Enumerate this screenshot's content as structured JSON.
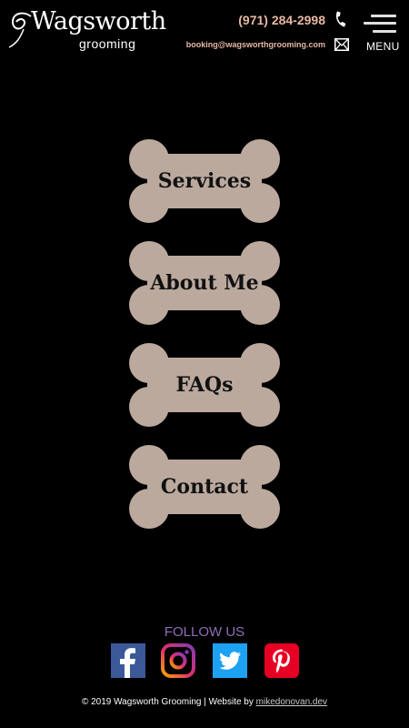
{
  "header": {
    "logo_text": "Wagsworth",
    "logo_sub": "grooming",
    "phone": "(971) 284-2998",
    "email": "booking@wagsworthgrooming.com",
    "menu_label": "MENU",
    "accent_color": "#e6b8a2"
  },
  "nav": {
    "bone_color": "#bba99e",
    "items": [
      {
        "label": "Services"
      },
      {
        "label": "About Me"
      },
      {
        "label": "FAQs"
      },
      {
        "label": "Contact"
      }
    ]
  },
  "footer": {
    "follow_label": "FOLLOW US",
    "follow_color": "#8e6fb8",
    "social": [
      {
        "icon": "facebook-icon",
        "color": "#3b5998"
      },
      {
        "icon": "instagram-icon",
        "color": "#c13584"
      },
      {
        "icon": "twitter-icon",
        "color": "#1da1f2"
      },
      {
        "icon": "pinterest-icon",
        "color": "#e60023"
      }
    ],
    "copyright": "© 2019 Wagsworth Grooming  |  Website by",
    "credit_link": "mikedonovan.dev"
  }
}
